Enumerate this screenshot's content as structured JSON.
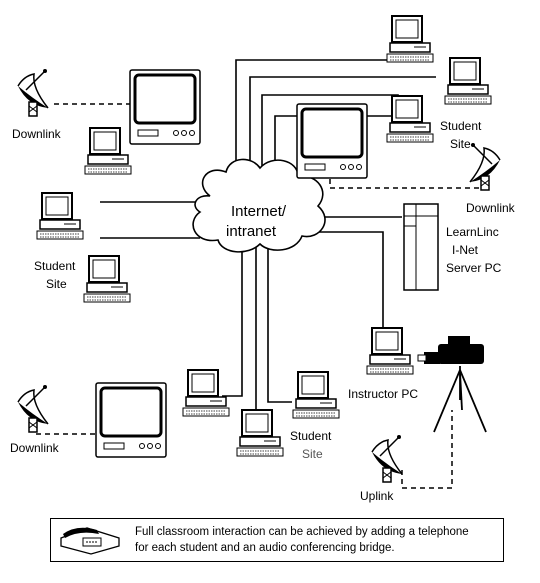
{
  "cloud": {
    "line1": "Internet/",
    "line2": "intranet"
  },
  "labels": {
    "downlink_top_left": "Downlink",
    "downlink_right": "Downlink",
    "downlink_bottom_left": "Downlink",
    "student_site_left_1": "Student",
    "student_site_left_2": "Site",
    "student_site_right_1": "Student",
    "student_site_right_2": "Site",
    "student_site_bottom_1": "Student",
    "student_site_bottom_2": "Site",
    "server_1": "LearnLinc",
    "server_2": "I-Net",
    "server_3": "Server PC",
    "instructor_pc": "Instructor PC",
    "uplink": "Uplink"
  },
  "caption": {
    "line1": "Full classroom interaction can be achieved by adding a telephone",
    "line2": "for each student and an audio conferencing bridge."
  },
  "icons": [
    "satellite-dish-icon",
    "computer-icon",
    "tv-monitor-icon",
    "server-tower-icon",
    "video-camera-icon",
    "tripod-icon",
    "telephone-icon",
    "cloud-icon"
  ]
}
